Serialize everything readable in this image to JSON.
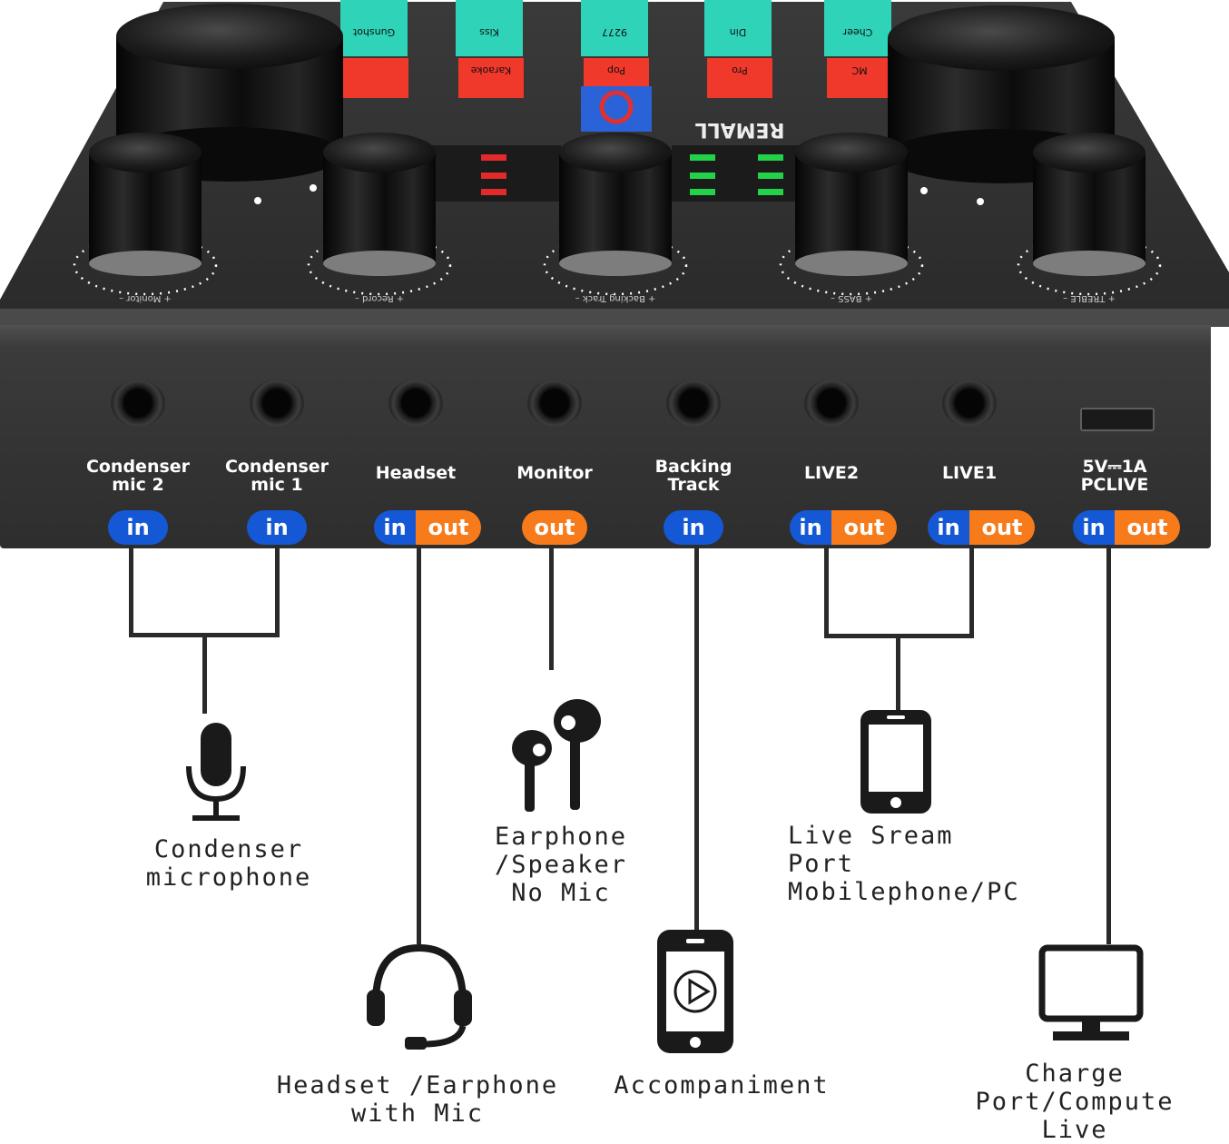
{
  "device": {
    "brand": "REMALL",
    "effect_keys_top": [
      "Gunshot",
      "Kiss",
      "9277",
      "Din",
      "Cheer"
    ],
    "effect_keys_bottom": [
      "",
      "Karaoke",
      "Pop",
      "Pro",
      "MC"
    ],
    "knob_labels": [
      "Monitor",
      "Record",
      "Backing Track",
      "BASS",
      "TREBLE"
    ],
    "colors": {
      "body": "#2f2f2f",
      "in_badge": "#1558d6",
      "out_badge": "#f77b1a",
      "key_teal": "#2fd3b8",
      "key_red": "#f0382b"
    }
  },
  "ports": [
    {
      "label": "Condenser\nmic 2",
      "modes": [
        "in"
      ]
    },
    {
      "label": "Condenser\nmic 1",
      "modes": [
        "in"
      ]
    },
    {
      "label": "Headset",
      "modes": [
        "in",
        "out"
      ]
    },
    {
      "label": "Monitor",
      "modes": [
        "out"
      ]
    },
    {
      "label": "Backing\nTrack",
      "modes": [
        "in"
      ]
    },
    {
      "label": "LIVE2",
      "modes": [
        "in",
        "out"
      ]
    },
    {
      "label": "LIVE1",
      "modes": [
        "in",
        "out"
      ]
    },
    {
      "label": "5V⎓1A\nPCLIVE",
      "modes": [
        "in",
        "out"
      ]
    }
  ],
  "devices": [
    {
      "label": "Condenser microphone",
      "icon": "microphone-icon"
    },
    {
      "label": "Earphone /Speaker\nNo Mic",
      "icon": "earbuds-icon"
    },
    {
      "label": "Live Sream Port\nMobilephone/PC",
      "icon": "smartphone-icon"
    },
    {
      "label": "Headset /Earphone\nwith Mic",
      "icon": "headset-icon"
    },
    {
      "label": "Accompaniment",
      "icon": "phone-play-icon"
    },
    {
      "label": "Charge Port/Compute\nLive",
      "icon": "monitor-icon"
    }
  ]
}
